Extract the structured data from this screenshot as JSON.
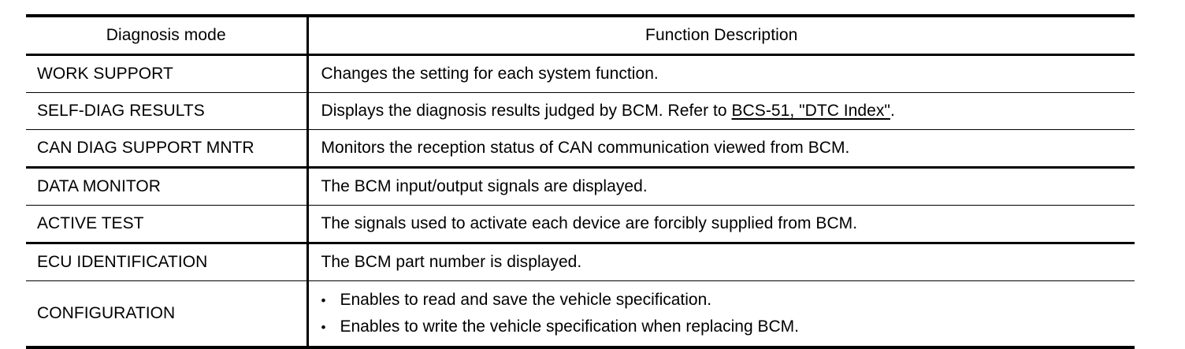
{
  "table": {
    "columns": [
      {
        "key": "mode",
        "header": "Diagnosis mode"
      },
      {
        "key": "description",
        "header": "Function Description"
      }
    ],
    "rows": [
      {
        "mode": "WORK SUPPORT",
        "description": "Changes the setting for each system function."
      },
      {
        "mode": "SELF-DIAG RESULTS",
        "desc_prefix": "Displays the diagnosis results judged by BCM. Refer to ",
        "desc_link": "BCS-51, \"DTC Index\"",
        "desc_suffix": "."
      },
      {
        "mode": "CAN DIAG SUPPORT MNTR",
        "description": "Monitors the reception status of CAN communication viewed from BCM."
      },
      {
        "mode": "DATA MONITOR",
        "description": "The BCM input/output signals are displayed."
      },
      {
        "mode": "ACTIVE TEST",
        "description": "The signals used to activate each device are forcibly supplied from BCM."
      },
      {
        "mode": "ECU IDENTIFICATION",
        "description": "The BCM part number is displayed."
      },
      {
        "mode": "CONFIGURATION",
        "bullets": [
          "Enables to read and save the vehicle specification.",
          "Enables to write the vehicle specification when replacing BCM."
        ],
        "bullet_mark": "•"
      }
    ]
  },
  "colors": {
    "rule": "#000000",
    "text": "#000000",
    "background": "#ffffff"
  }
}
